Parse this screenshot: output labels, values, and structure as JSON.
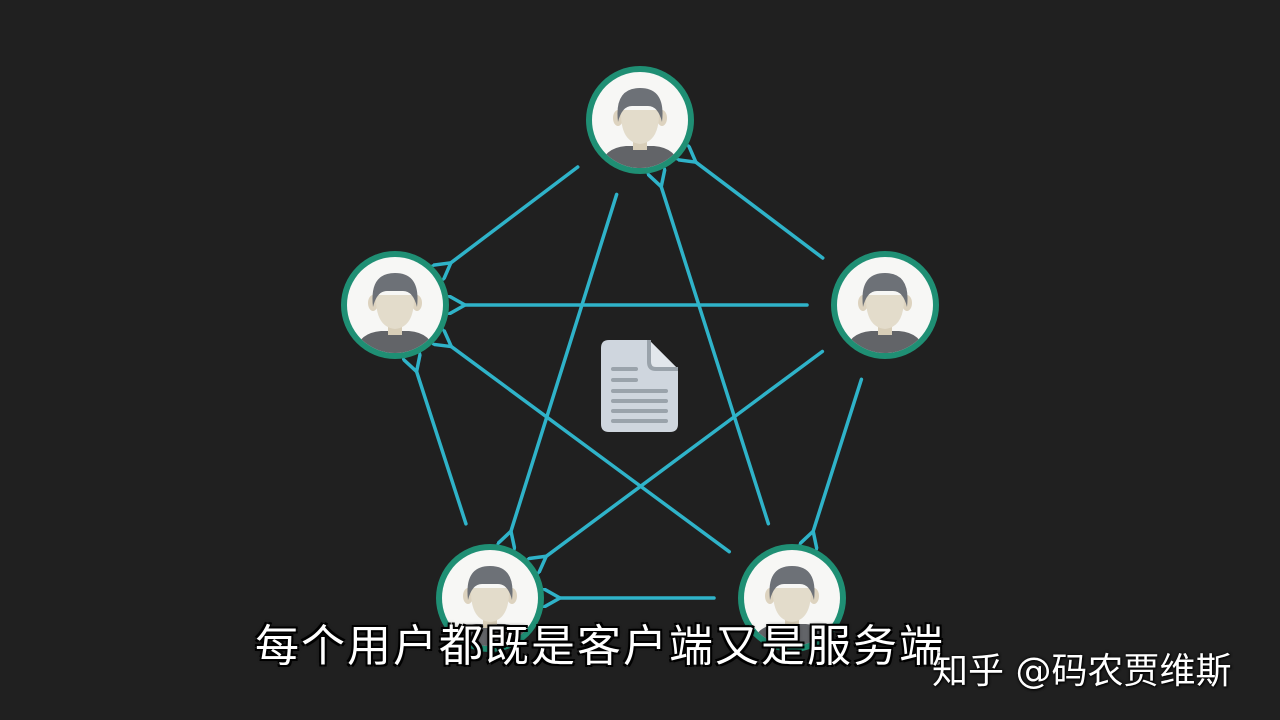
{
  "caption": "每个用户都既是客户端又是服务端",
  "watermark": "知乎 @码农贾维斯",
  "colors": {
    "background": "#202020",
    "arrow": "#2fb3c9",
    "avatar_ring": "#1f8f74",
    "avatar_hair": "#6d7177",
    "avatar_face": "#e3dccb",
    "avatar_shirt": "#626468",
    "document": "#cfd6de"
  },
  "nodes": [
    {
      "id": "top",
      "icon": "user-avatar-icon"
    },
    {
      "id": "left",
      "icon": "user-avatar-icon"
    },
    {
      "id": "right",
      "icon": "user-avatar-icon"
    },
    {
      "id": "bottom-left",
      "icon": "user-avatar-icon"
    },
    {
      "id": "bottom-right",
      "icon": "user-avatar-icon"
    }
  ],
  "edges": [
    {
      "from": "top",
      "to": "left"
    },
    {
      "from": "right",
      "to": "top"
    },
    {
      "from": "right",
      "to": "left"
    },
    {
      "from": "top",
      "to": "bottom-left"
    },
    {
      "from": "bottom-right",
      "to": "top"
    },
    {
      "from": "right",
      "to": "bottom-left"
    },
    {
      "from": "bottom-right",
      "to": "left"
    },
    {
      "from": "bottom-left",
      "to": "left"
    },
    {
      "from": "right",
      "to": "bottom-right"
    },
    {
      "from": "bottom-right",
      "to": "bottom-left"
    }
  ],
  "center_icon": "document-icon"
}
